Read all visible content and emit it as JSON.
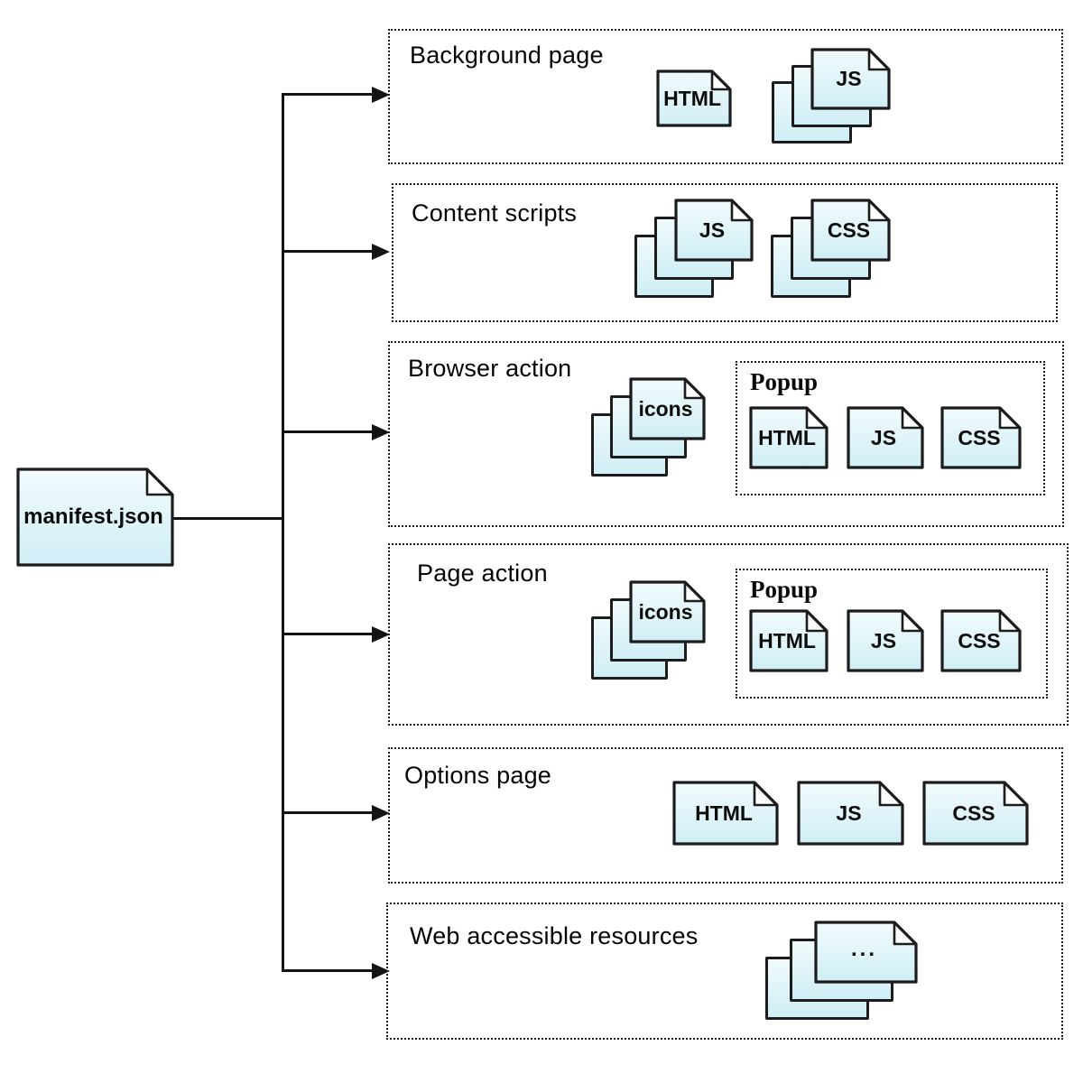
{
  "manifest": {
    "label": "manifest.json"
  },
  "sections": [
    {
      "id": "background-page",
      "label": "Background page",
      "files": [
        {
          "type": "html-file",
          "label": "HTML"
        },
        {
          "type": "js-file-stack",
          "label": "JS"
        }
      ]
    },
    {
      "id": "content-scripts",
      "label": "Content scripts",
      "files": [
        {
          "type": "js-file-stack",
          "label": "JS"
        },
        {
          "type": "css-file-stack",
          "label": "CSS"
        }
      ]
    },
    {
      "id": "browser-action",
      "label": "Browser action",
      "files": [
        {
          "type": "icons-file-stack",
          "label": "icons"
        }
      ],
      "popup": {
        "label": "Popup",
        "files": [
          {
            "type": "html-file",
            "label": "HTML"
          },
          {
            "type": "js-file",
            "label": "JS"
          },
          {
            "type": "css-file",
            "label": "CSS"
          }
        ]
      }
    },
    {
      "id": "page-action",
      "label": "Page action",
      "files": [
        {
          "type": "icons-file-stack",
          "label": "icons"
        }
      ],
      "popup": {
        "label": "Popup",
        "files": [
          {
            "type": "html-file",
            "label": "HTML"
          },
          {
            "type": "js-file",
            "label": "JS"
          },
          {
            "type": "css-file",
            "label": "CSS"
          }
        ]
      }
    },
    {
      "id": "options-page",
      "label": "Options page",
      "files": [
        {
          "type": "html-file",
          "label": "HTML"
        },
        {
          "type": "js-file",
          "label": "JS"
        },
        {
          "type": "css-file",
          "label": "CSS"
        }
      ]
    },
    {
      "id": "web-accessible-resources",
      "label": "Web accessible resources",
      "files": [
        {
          "type": "generic-file-stack",
          "label": "..."
        }
      ]
    }
  ],
  "colors": {
    "doc_fill_top": "#f0fafc",
    "doc_fill_bottom": "#cfeef5",
    "doc_border": "#1c1c1c",
    "line": "#141414",
    "box_border": "#1b1b1b",
    "background": "#ffffff",
    "text": "#000000"
  }
}
